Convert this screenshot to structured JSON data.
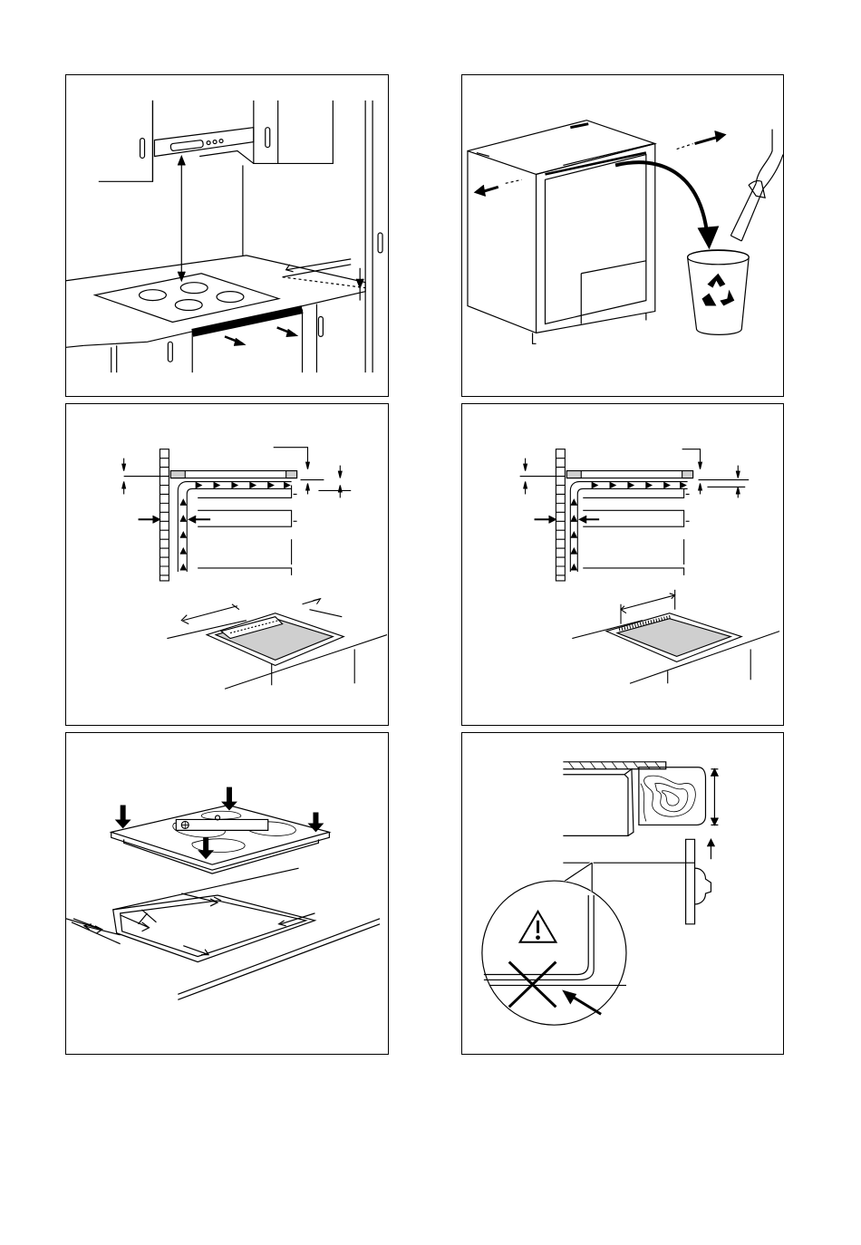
{
  "figures": [
    {
      "id": "fig-1",
      "subject": "hob-under-cooker-hood"
    },
    {
      "id": "fig-2",
      "subject": "cabinet-rail-removal-recycle"
    },
    {
      "id": "fig-3",
      "subject": "ventilation-clearance-cutout-a"
    },
    {
      "id": "fig-4",
      "subject": "ventilation-clearance-cutout-b"
    },
    {
      "id": "fig-5",
      "subject": "hob-fitting-seal"
    },
    {
      "id": "fig-6",
      "subject": "worktop-edge-warning"
    }
  ],
  "icons": [
    "recycle-icon",
    "warning-icon",
    "cross-icon"
  ],
  "colors": {
    "line": "#000000",
    "fill_grey": "#cfcfcf",
    "background": "#ffffff"
  }
}
